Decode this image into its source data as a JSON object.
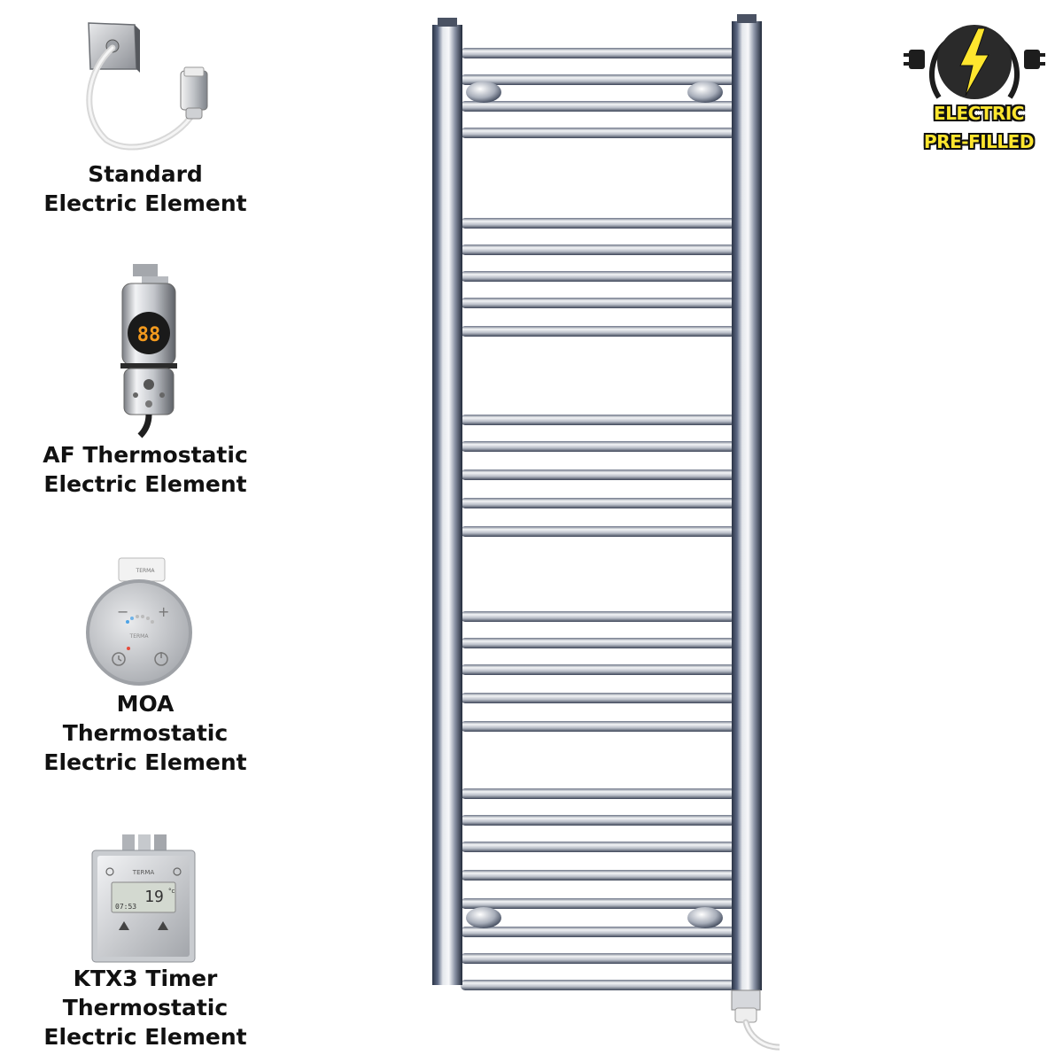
{
  "elements": [
    {
      "name": "standard",
      "lines": [
        "Standard",
        "Electric Element"
      ]
    },
    {
      "name": "af",
      "lines": [
        "AF Thermostatic",
        "Electric Element"
      ]
    },
    {
      "name": "moa",
      "lines": [
        "MOA",
        "Thermostatic",
        "Electric Element"
      ]
    },
    {
      "name": "ktx3",
      "lines": [
        "KTX3 Timer",
        "Thermostatic",
        "Electric Element"
      ]
    }
  ],
  "badge": {
    "line1": "ELECTRIC",
    "line2": "PRE-FILLED",
    "accent": "#ffe62e",
    "dark": "#111111"
  },
  "af_display": "88",
  "ktx3_display": {
    "temp": "19",
    "unit": "°c",
    "time": "07:53",
    "brand": "TERMA"
  },
  "moa_brand": "TERMA",
  "colors": {
    "chrome": "#c9ccd2",
    "chrome_dark": "#2b3446",
    "text": "#111111"
  }
}
